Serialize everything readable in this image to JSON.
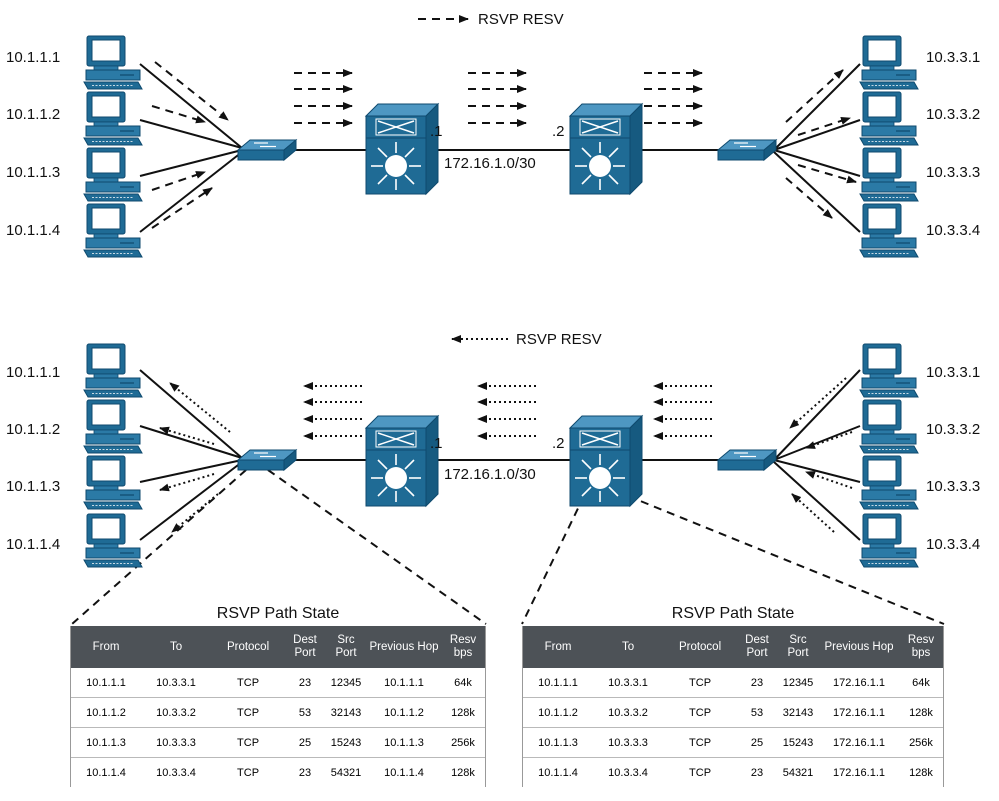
{
  "top": {
    "legend": "RSVP RESV",
    "left_hosts": [
      "10.1.1.1",
      "10.1.1.2",
      "10.1.1.3",
      "10.1.1.4"
    ],
    "right_hosts": [
      "10.3.3.1",
      "10.3.3.2",
      "10.3.3.3",
      "10.3.3.4"
    ],
    "router_left_if": ".1",
    "router_right_if": ".2",
    "link_network": "172.16.1.0/30"
  },
  "bottom": {
    "legend": "RSVP RESV",
    "left_hosts": [
      "10.1.1.1",
      "10.1.1.2",
      "10.1.1.3",
      "10.1.1.4"
    ],
    "right_hosts": [
      "10.3.3.1",
      "10.3.3.2",
      "10.3.3.3",
      "10.3.3.4"
    ],
    "router_left_if": ".1",
    "router_right_if": ".2",
    "link_network": "172.16.1.0/30"
  },
  "colors": {
    "device_blue": "#1f6b95",
    "device_dark": "#0f4a6e",
    "table_header": "#4d5257"
  },
  "tables": [
    {
      "title": "RSVP Path State",
      "headers": [
        "From",
        "To",
        "Protocol",
        "Dest Port",
        "Src Port",
        "Previous Hop",
        "Resv bps"
      ],
      "rows": [
        [
          "10.1.1.1",
          "10.3.3.1",
          "TCP",
          "23",
          "12345",
          "10.1.1.1",
          "64k"
        ],
        [
          "10.1.1.2",
          "10.3.3.2",
          "TCP",
          "53",
          "32143",
          "10.1.1.2",
          "128k"
        ],
        [
          "10.1.1.3",
          "10.3.3.3",
          "TCP",
          "25",
          "15243",
          "10.1.1.3",
          "256k"
        ],
        [
          "10.1.1.4",
          "10.3.3.4",
          "TCP",
          "23",
          "54321",
          "10.1.1.4",
          "128k"
        ]
      ]
    },
    {
      "title": "RSVP Path State",
      "headers": [
        "From",
        "To",
        "Protocol",
        "Dest Port",
        "Src Port",
        "Previous Hop",
        "Resv bps"
      ],
      "rows": [
        [
          "10.1.1.1",
          "10.3.3.1",
          "TCP",
          "23",
          "12345",
          "172.16.1.1",
          "64k"
        ],
        [
          "10.1.1.2",
          "10.3.3.2",
          "TCP",
          "53",
          "32143",
          "172.16.1.1",
          "128k"
        ],
        [
          "10.1.1.3",
          "10.3.3.3",
          "TCP",
          "25",
          "15243",
          "172.16.1.1",
          "256k"
        ],
        [
          "10.1.1.4",
          "10.3.3.4",
          "TCP",
          "23",
          "54321",
          "172.16.1.1",
          "128k"
        ]
      ]
    }
  ]
}
